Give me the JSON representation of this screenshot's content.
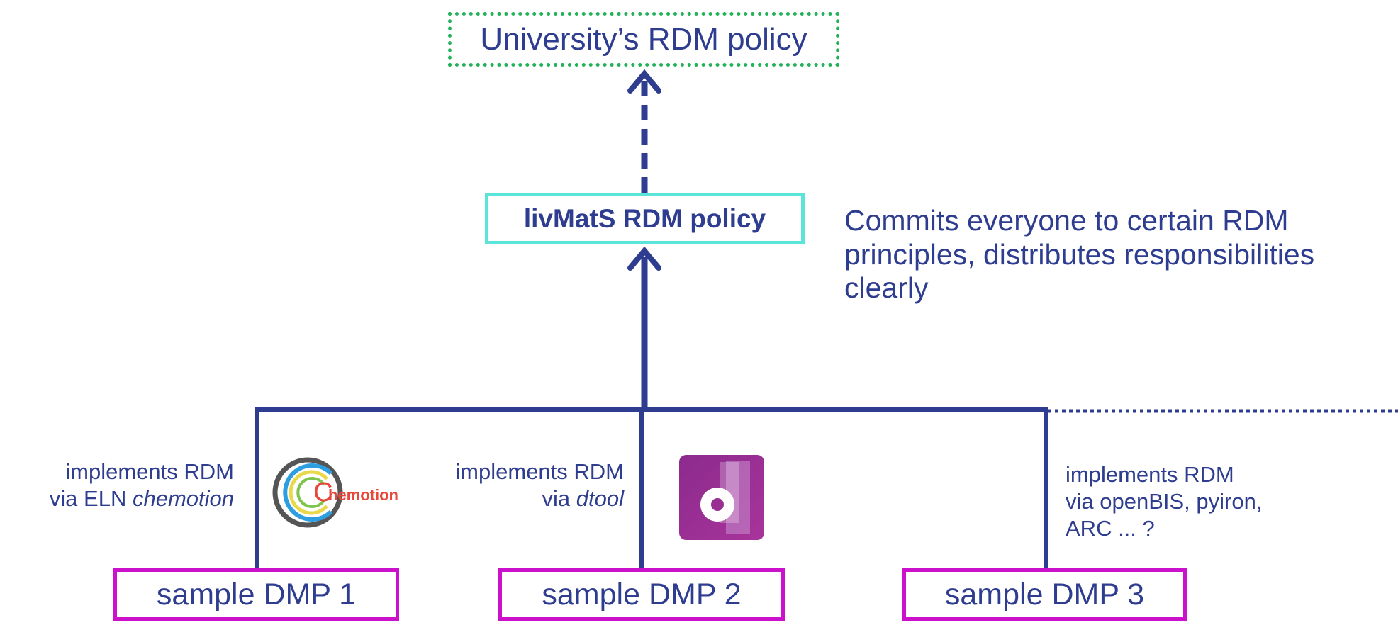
{
  "nodes": {
    "university_policy": "University’s RDM policy",
    "livmats_policy": "livMatS RDM policy",
    "sample_dmp_1": "sample DMP 1",
    "sample_dmp_2": "sample DMP 2",
    "sample_dmp_3": "sample DMP 3"
  },
  "description": {
    "line1": "Commits everyone to certain RDM",
    "line2": "principles, distributes responsibilities",
    "line3": "clearly"
  },
  "implementations": {
    "impl1": {
      "line1": "implements RDM",
      "line2_prefix": "via ELN ",
      "line2_tool": "chemotion"
    },
    "impl2": {
      "line1": "implements RDM",
      "line2_prefix": "via ",
      "line2_tool": "dtool"
    },
    "impl3": {
      "line1": "implements RDM",
      "line2": "via openBIS, pyiron,",
      "line3": "ARC ... ?"
    }
  },
  "logos": {
    "chemotion": {
      "initial": "C",
      "rest": "hemotion"
    }
  },
  "colors": {
    "text": "#2e3d8f",
    "connector": "#2e3d8f",
    "university_border": "#22b25a",
    "livmats_border": "#5be5da",
    "dmp_border": "#cc11cc",
    "chemotion_text": "#e8483a",
    "dtool_bg": "#9a2f93"
  }
}
